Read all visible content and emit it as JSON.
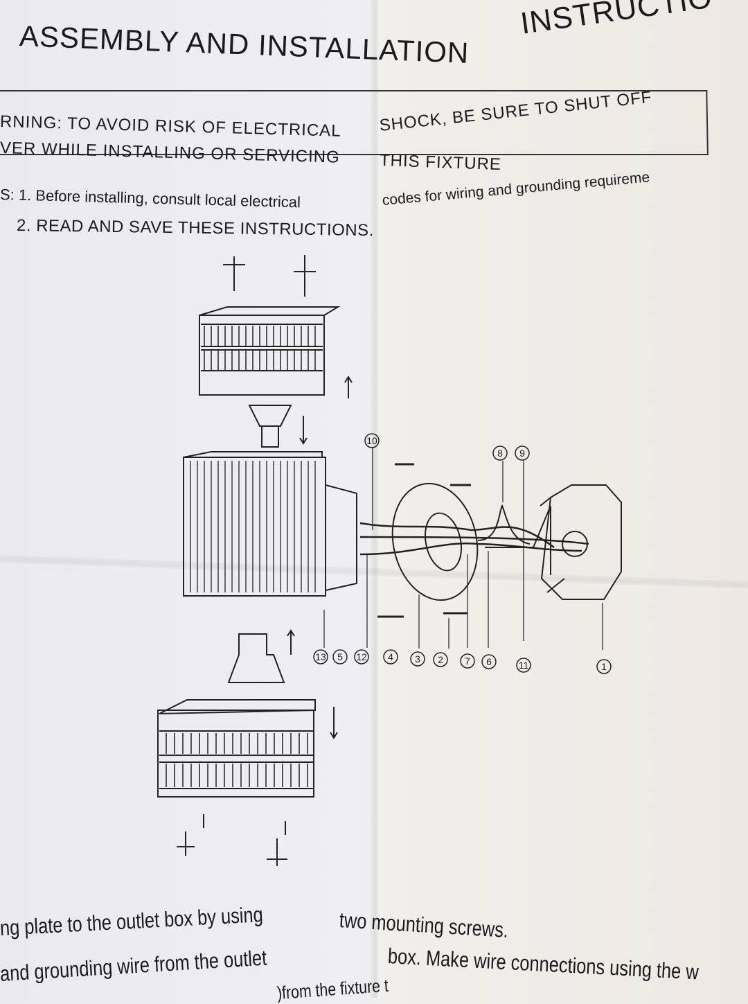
{
  "title": {
    "left": "ASSEMBLY AND INSTALLATION",
    "right": "INSTRUCTIO"
  },
  "warning": {
    "line1_left": "RNING: TO AVOID RISK OF ELECTRICAL",
    "line1_right": "SHOCK, BE SURE TO SHUT OFF",
    "line2_left": "VER WHILE INSTALLING OR SERVICING",
    "line2_right": "THIS FIXTURE"
  },
  "notes": {
    "note1_left": "S: 1. Before installing, consult local electrical",
    "note1_right": "codes for wiring and grounding requireme",
    "note2": "2. READ AND SAVE THESE INSTRUCTIONS."
  },
  "diagram": {
    "part_labels": [
      "10",
      "8",
      "9",
      "13",
      "5",
      "12",
      "4",
      "3",
      "2",
      "7",
      "6",
      "11",
      "1"
    ]
  },
  "steps": {
    "line1_left": "ng plate to the outlet box by using",
    "line1_right": "two mounting screws.",
    "line2_left": "and grounding wire from the outlet",
    "line2_right": "box. Make wire connections using the w",
    "line3": ")from the fixture t"
  }
}
